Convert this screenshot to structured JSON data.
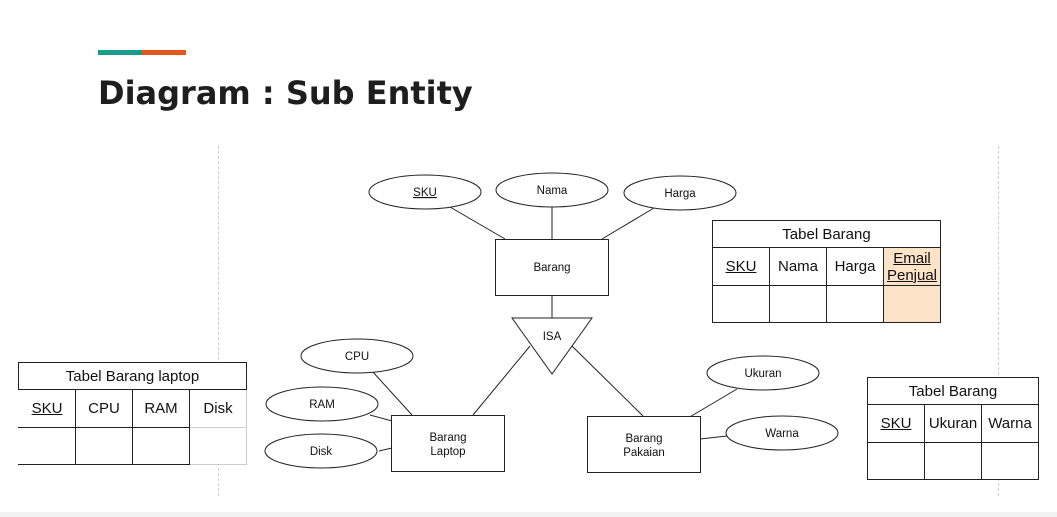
{
  "slide": {
    "title": "Diagram : Sub Entity"
  },
  "colors": {
    "accent_teal": "#1a9c8c",
    "accent_orange": "#e2571d",
    "highlight": "#fde3c8"
  },
  "diagram": {
    "entities": {
      "barang": "Barang",
      "barang_laptop": "Barang\nLaptop",
      "barang_pakaian": "Barang\nPakaian"
    },
    "isa": "ISA",
    "attributes": {
      "sku": "SKU",
      "nama": "Nama",
      "harga": "Harga",
      "cpu": "CPU",
      "ram": "RAM",
      "disk": "Disk",
      "ukuran": "Ukuran",
      "warna": "Warna"
    }
  },
  "tables": {
    "barang": {
      "caption": "Tabel Barang",
      "columns": [
        "SKU",
        "Nama",
        "Harga",
        "Email Penjual"
      ]
    },
    "laptop": {
      "caption": "Tabel Barang laptop",
      "columns": [
        "SKU",
        "CPU",
        "RAM",
        "Disk"
      ]
    },
    "pakaian": {
      "caption": "Tabel Barang",
      "columns": [
        "SKU",
        "Ukuran",
        "Warna"
      ]
    }
  }
}
